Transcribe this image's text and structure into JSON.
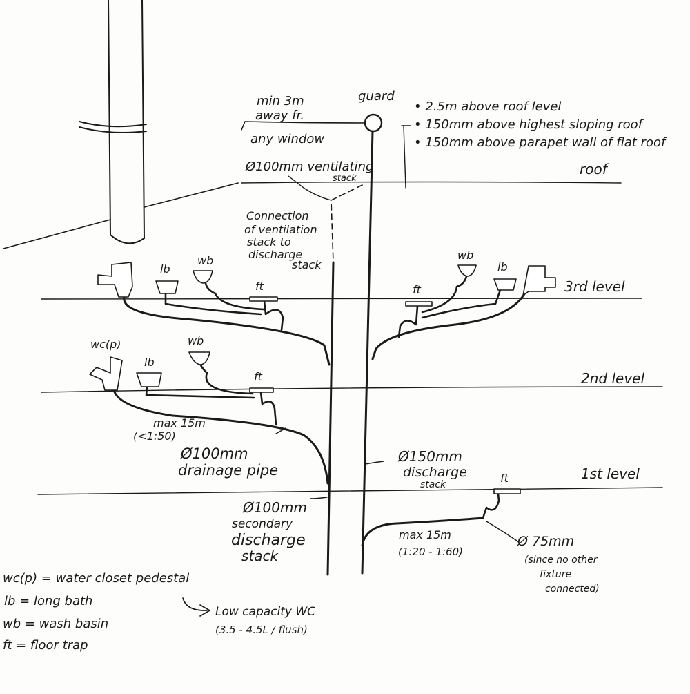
{
  "notes": {
    "window_clearance": [
      "min 3m",
      "away fr.",
      "any window"
    ],
    "guard": "guard",
    "vent_height_rules": [
      "• 2.5m above roof level",
      "• 150mm above highest sloping roof",
      "• 150mm  above parapet wall of flat roof"
    ],
    "ventilating_stack": [
      "Ø100mm ventilating",
      "stack"
    ],
    "connection": [
      "Connection",
      "of ventilation",
      "stack to",
      "discharge",
      "stack"
    ],
    "drainage_pipe": [
      "max 15m",
      "(<1:50)",
      "Ø100mm",
      "drainage pipe"
    ],
    "secondary_stack": [
      "Ø100mm",
      "secondary",
      "discharge",
      "stack"
    ],
    "discharge_stack": [
      "Ø150mm",
      "discharge",
      "stack"
    ],
    "ground_branch": [
      "max 15m",
      "(1:20 - 1:60)"
    ],
    "ground_pipe": [
      "Ø 75mm",
      "(since no other",
      "fixture",
      "connected)"
    ],
    "low_capacity": [
      "Low capacity WC",
      "(3.5 - 4.5L / flush)"
    ]
  },
  "levels": {
    "roof": "roof",
    "third": "3rd level",
    "second": "2nd level",
    "first": "1st level"
  },
  "fixture_labels": {
    "lb": "lb",
    "wb": "wb",
    "ft": "ft",
    "wcp": "wc(p)"
  },
  "legend": [
    "wc(p) = water closet pedestal",
    "lb = long bath",
    "wb = wash basin",
    "ft = floor trap"
  ]
}
